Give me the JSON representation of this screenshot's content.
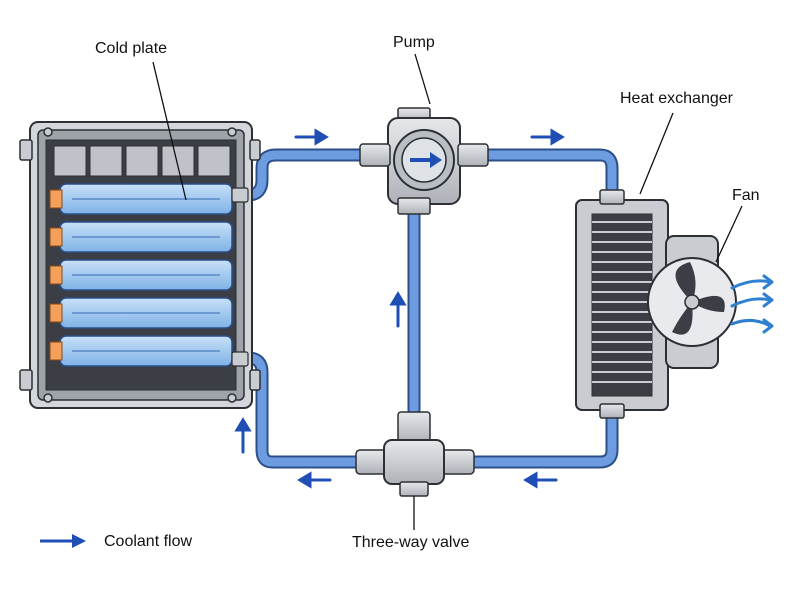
{
  "labels": {
    "cold_plate": "Cold plate",
    "pump": "Pump",
    "heat_exchanger": "Heat exchanger",
    "fan": "Fan",
    "valve": "Three-way valve"
  },
  "legend": {
    "label": "Coolant flow"
  },
  "colors": {
    "pipe": "#5b8fd9",
    "pipe_outline": "#2a4f8a",
    "arrow": "#1f4fb5",
    "cold_plate": "#a9cdf2",
    "connector": "#f2a05a",
    "metal": "#c9ccd1",
    "outline": "#2c2f33",
    "airflow": "#2f80d1"
  },
  "icons": {
    "pump": "pump-icon",
    "fan": "fan-icon",
    "valve": "three-way-valve-icon",
    "flow": "flow-arrow-icon"
  }
}
